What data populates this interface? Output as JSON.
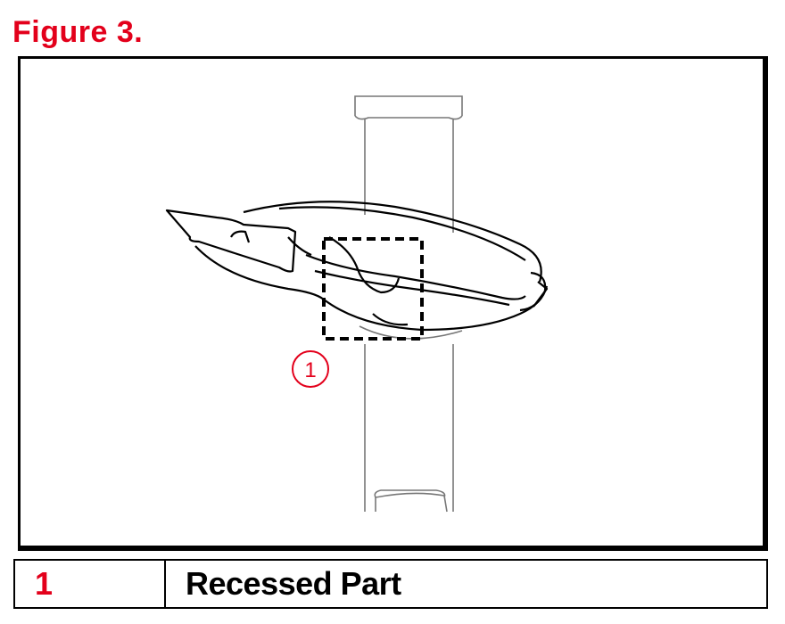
{
  "figure": {
    "title": "Figure 3.",
    "callout_number": "1"
  },
  "legend": {
    "rows": [
      {
        "number": "1",
        "label": "Recessed Part"
      }
    ]
  },
  "colors": {
    "accent": "#e3001b",
    "line": "#000000"
  }
}
